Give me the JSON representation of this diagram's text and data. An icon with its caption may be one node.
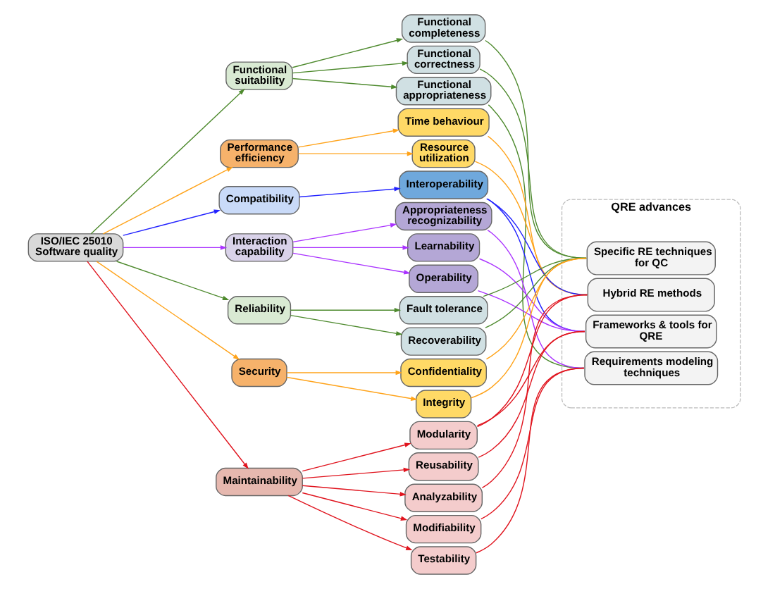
{
  "diagram": {
    "nodes": [
      {
        "text": [
          "ISO/IEC 25010 Software quality"
        ]
      },
      {
        "text": [
          "Functional suitability"
        ]
      },
      {
        "text": [
          "Functional completeness"
        ]
      },
      {
        "text": [
          "Functional correctness"
        ]
      },
      {
        "text": [
          "Functional appropriateness"
        ]
      },
      {
        "text": [
          "Performance efficiency"
        ]
      },
      {
        "text": [
          "Time behaviour"
        ]
      },
      {
        "text": [
          "Resource utilization"
        ]
      },
      {
        "text": [
          "Compatibility"
        ]
      },
      {
        "text": [
          "Interoperability"
        ]
      },
      {
        "text": [
          "Interaction capability"
        ]
      },
      {
        "text": [
          "Appropriateness recognizability"
        ]
      },
      {
        "text": [
          "Learnability"
        ]
      },
      {
        "text": [
          "Operability"
        ]
      },
      {
        "text": [
          "Reliability"
        ]
      },
      {
        "text": [
          "Fault tolerance"
        ]
      },
      {
        "text": [
          "Recoverability"
        ]
      },
      {
        "text": [
          "Security"
        ]
      },
      {
        "text": [
          "Confidentiality"
        ]
      },
      {
        "text": [
          "Integrity"
        ]
      },
      {
        "text": [
          "Maintainability"
        ]
      },
      {
        "text": [
          "Modularity"
        ]
      },
      {
        "text": [
          "Reusability"
        ]
      },
      {
        "text": [
          "Analyzability"
        ]
      },
      {
        "text": [
          "Modifiability"
        ]
      },
      {
        "text": [
          "Testability"
        ]
      },
      {
        "text": [
          "QRE advances"
        ]
      },
      {
        "text": [
          "Specific RE techniques for QC"
        ],
        "in": 26
      },
      {
        "text": [
          "Requirements modeling techniques"
        ],
        "in": 26
      },
      {
        "text": [
          "Hybrid RE methods"
        ],
        "in": 26
      },
      {
        "text": [
          "Frameworks & tools for QRE"
        ],
        "in": 26
      }
    ],
    "edges": [
      {
        "from": 0,
        "to": 1,
        "arrow": "to",
        "color": "#4e8a2e"
      },
      {
        "from": 0,
        "to": 5,
        "arrow": "to",
        "color": "#ffa31a"
      },
      {
        "from": 0,
        "to": 8,
        "arrow": "to",
        "color": "#2222ff"
      },
      {
        "from": 0,
        "to": 10,
        "arrow": "to",
        "color": "#aa33ff"
      },
      {
        "from": 0,
        "to": 14,
        "arrow": "to",
        "color": "#4e8a2e"
      },
      {
        "from": 0,
        "to": 17,
        "arrow": "to",
        "color": "#ffa31a"
      },
      {
        "from": 0,
        "to": 20,
        "arrow": "to",
        "color": "#e0141e"
      },
      {
        "from": 1,
        "to": 2,
        "arrow": "to",
        "color": "#4e8a2e"
      },
      {
        "from": 1,
        "to": 3,
        "arrow": "to",
        "color": "#4e8a2e"
      },
      {
        "from": 1,
        "to": 4,
        "arrow": "to",
        "color": "#4e8a2e"
      },
      {
        "from": 5,
        "to": 6,
        "arrow": "to",
        "color": "#ffa31a"
      },
      {
        "from": 5,
        "to": 7,
        "arrow": "to",
        "color": "#ffa31a"
      },
      {
        "from": 8,
        "to": 9,
        "arrow": "to",
        "color": "#2222ff"
      },
      {
        "from": 10,
        "to": 11,
        "arrow": "to",
        "color": "#aa33ff"
      },
      {
        "from": 10,
        "to": 12,
        "arrow": "to",
        "color": "#aa33ff"
      },
      {
        "from": 10,
        "to": 13,
        "arrow": "to",
        "color": "#aa33ff"
      },
      {
        "from": 14,
        "to": 15,
        "arrow": "to",
        "color": "#4e8a2e"
      },
      {
        "from": 14,
        "to": 16,
        "arrow": "to",
        "color": "#4e8a2e"
      },
      {
        "from": 17,
        "to": 18,
        "arrow": "to",
        "color": "#ffa31a"
      },
      {
        "from": 17,
        "to": 19,
        "arrow": "to",
        "color": "#ffa31a"
      },
      {
        "from": 20,
        "to": 21,
        "arrow": "to",
        "color": "#e0141e"
      },
      {
        "from": 20,
        "to": 22,
        "arrow": "to",
        "color": "#e0141e"
      },
      {
        "from": 20,
        "to": 23,
        "arrow": "to",
        "color": "#e0141e"
      },
      {
        "from": 20,
        "to": 24,
        "arrow": "to",
        "color": "#e0141e"
      },
      {
        "from": 20,
        "to": 25,
        "arrow": "to",
        "color": "#e0141e"
      },
      {
        "from": 2,
        "to": 27,
        "arrow": "none",
        "color": "#4e8a2e"
      },
      {
        "from": 3,
        "to": 27,
        "arrow": "none",
        "color": "#4e8a2e"
      },
      {
        "from": 4,
        "to": 28,
        "arrow": "none",
        "color": "#4e8a2e"
      },
      {
        "from": 6,
        "to": 29,
        "arrow": "none",
        "color": "#ffa31a"
      },
      {
        "from": 7,
        "to": 29,
        "arrow": "none",
        "color": "#ffa31a"
      },
      {
        "from": 9,
        "to": 29,
        "arrow": "none",
        "color": "#2222ff"
      },
      {
        "from": 9,
        "to": 30,
        "arrow": "none",
        "color": "#2222ff"
      },
      {
        "from": 11,
        "to": 28,
        "arrow": "none",
        "color": "#aa33ff"
      },
      {
        "from": 12,
        "to": 30,
        "arrow": "none",
        "color": "#aa33ff"
      },
      {
        "from": 13,
        "to": 30,
        "arrow": "none",
        "color": "#aa33ff"
      },
      {
        "from": 15,
        "to": 27,
        "arrow": "none",
        "color": "#4e8a2e"
      },
      {
        "from": 16,
        "to": 27,
        "arrow": "none",
        "color": "#4e8a2e"
      },
      {
        "from": 18,
        "to": 27,
        "arrow": "none",
        "color": "#ffa31a"
      },
      {
        "from": 19,
        "to": 27,
        "arrow": "none",
        "color": "#ffa31a"
      },
      {
        "from": 21,
        "to": 29,
        "arrow": "none",
        "color": "#e0141e"
      },
      {
        "from": 21,
        "to": 30,
        "arrow": "none",
        "color": "#e0141e"
      },
      {
        "from": 22,
        "to": 30,
        "arrow": "none",
        "color": "#e0141e"
      },
      {
        "from": 23,
        "to": 29,
        "arrow": "none",
        "color": "#e0141e"
      },
      {
        "from": 24,
        "to": 28,
        "arrow": "none",
        "color": "#e0141e"
      },
      {
        "from": 25,
        "to": 28,
        "arrow": "none",
        "color": "#e0141e"
      }
    ]
  }
}
